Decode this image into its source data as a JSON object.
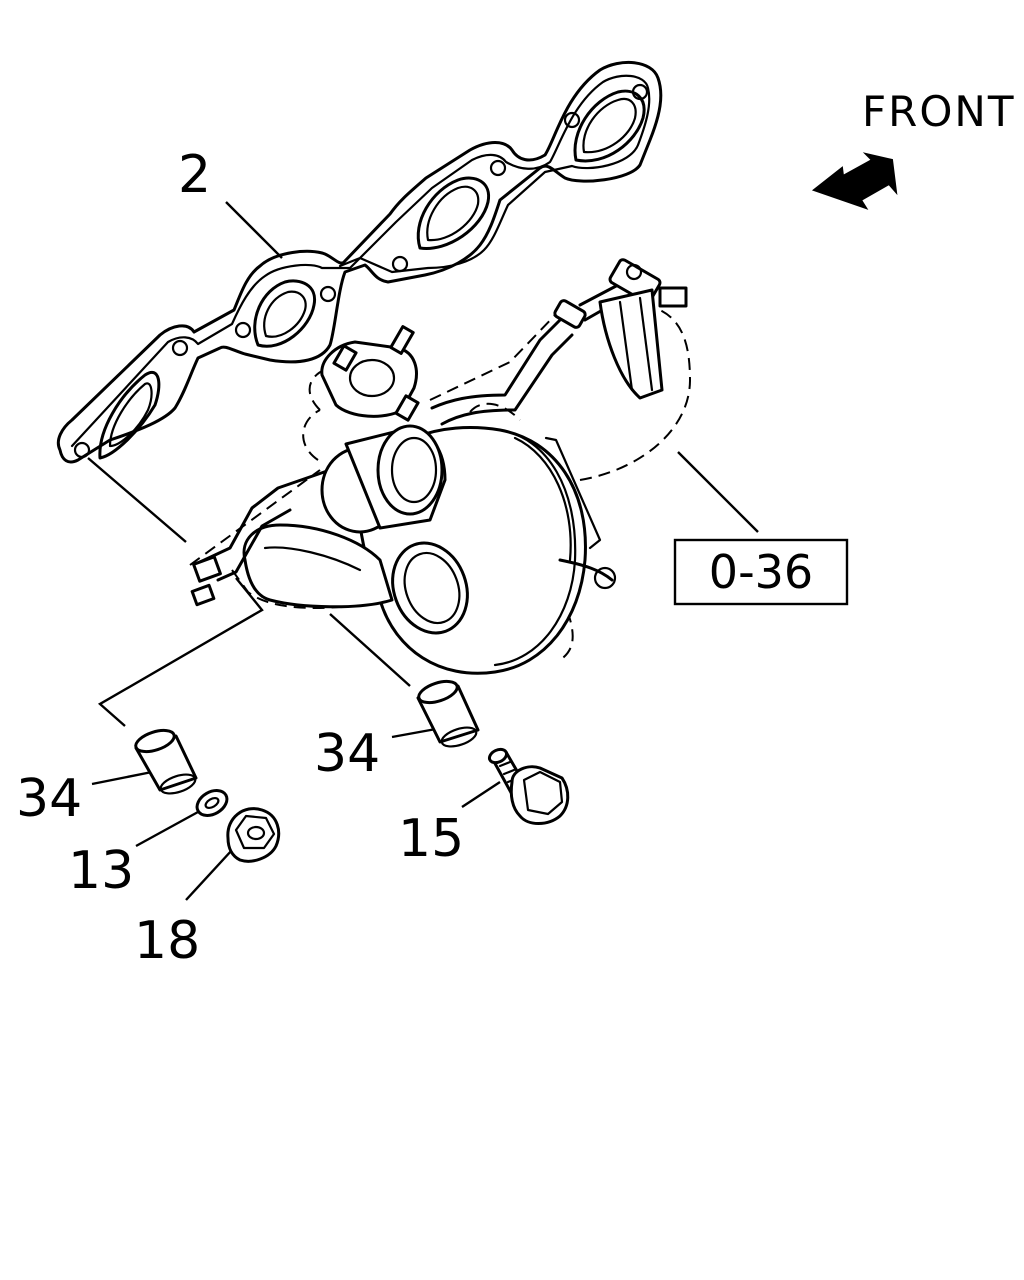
{
  "orientation": {
    "label": "FRONT",
    "icon": "arrow-icon"
  },
  "callouts": {
    "gasket": "2",
    "reference_box": "0-36",
    "stud_pipe_left": "34",
    "stud_pipe_right": "34",
    "washer": "13",
    "bolt": "15",
    "nut": "18"
  },
  "colors": {
    "line": "#000000",
    "background": "#ffffff"
  }
}
